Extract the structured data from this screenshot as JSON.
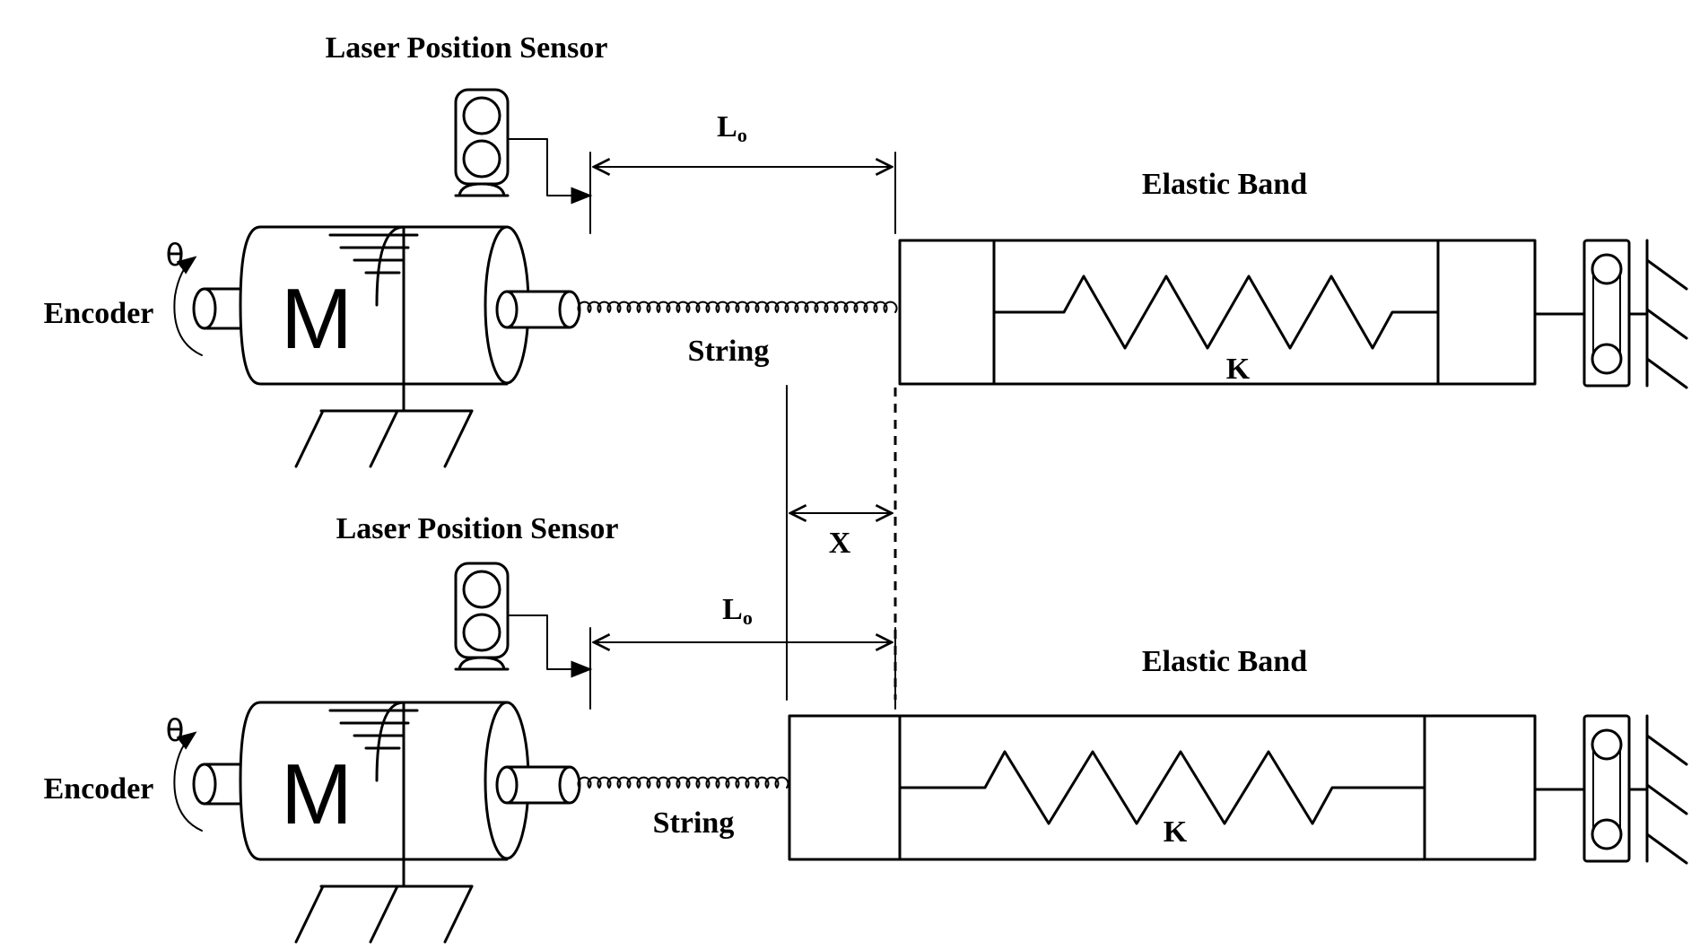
{
  "labels": {
    "laser_sensor": "Laser Position Sensor",
    "elastic_band": "Elastic Band",
    "encoder": "Encoder",
    "string": "String",
    "motor": "M",
    "spring_constant": "K",
    "theta": "θ",
    "length_main": "L",
    "length_sub": "o",
    "displacement": "X"
  }
}
